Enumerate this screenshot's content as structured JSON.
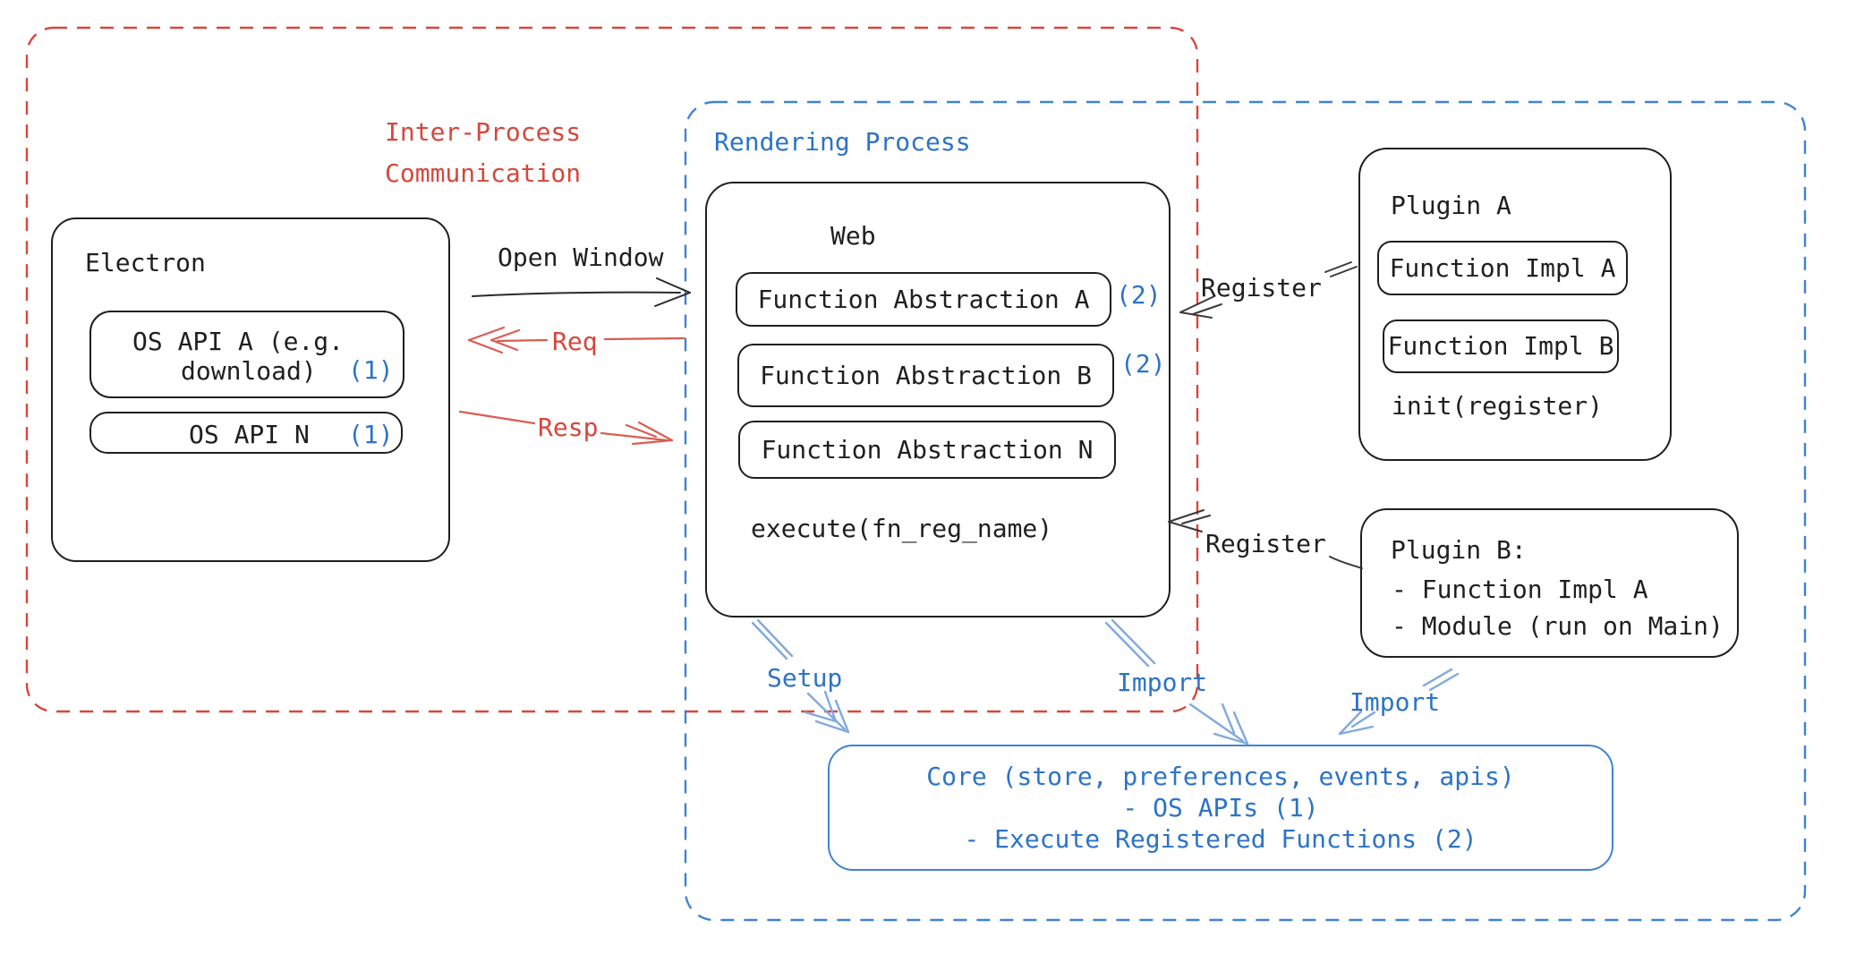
{
  "ipc": {
    "label": "Inter-Process\nCommunication"
  },
  "electron": {
    "title": "Electron",
    "os_api_a": {
      "line1": "OS API A (e.g.",
      "line2": "download)",
      "badge": "(1)"
    },
    "os_api_n": {
      "label": "OS API N",
      "badge": "(1)"
    }
  },
  "arrows": {
    "open_window": "Open Window",
    "req": "Req",
    "resp": "Resp",
    "register_upper": "Register",
    "register_lower": "Register",
    "setup": "Setup",
    "import_left": "Import",
    "import_right": "Import"
  },
  "rendering": {
    "title": "Rendering Process",
    "web": {
      "title": "Web",
      "items": [
        {
          "label": "Function Abstraction A",
          "badge": "(2)"
        },
        {
          "label": "Function Abstraction B",
          "badge": "(2)"
        },
        {
          "label": "Function Abstraction N",
          "badge": ""
        }
      ],
      "execute": "execute(fn_reg_name)"
    }
  },
  "plugin_a": {
    "title": "Plugin A",
    "impl_a": "Function Impl A",
    "impl_b": "Function Impl B",
    "init": "init(register)"
  },
  "plugin_b": {
    "title": "Plugin B:",
    "line1": "- Function Impl A",
    "line2": "- Module (run on Main)"
  },
  "core": {
    "text": "Core (store, preferences, events, apis)\n- OS APIs (1)\n- Execute Registered Functions (2)"
  },
  "colors": {
    "ink": "#1f1f1f",
    "red": "#d6473c",
    "red_arrow": "#d95d53",
    "blue_text": "#2d73c7",
    "blue_dash": "#3f83d2",
    "blue_arrow": "#82a9dc"
  }
}
